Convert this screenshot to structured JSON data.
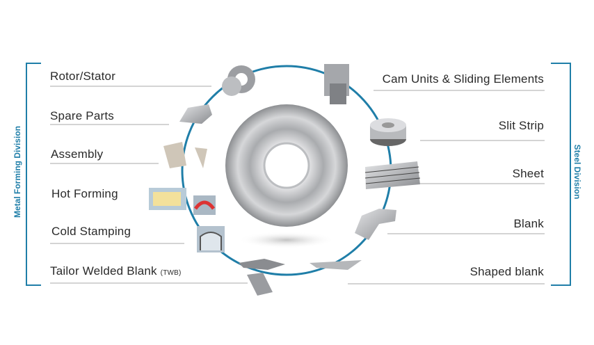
{
  "metal_forming_division": {
    "title": "Metal Forming Division",
    "items": [
      {
        "label": "Rotor/Stator"
      },
      {
        "label": "Spare Parts"
      },
      {
        "label": "Assembly"
      },
      {
        "label": "Hot Forming"
      },
      {
        "label": "Cold Stamping"
      },
      {
        "label": "Tailor Welded Blank",
        "suffix": "(TWB)"
      }
    ]
  },
  "steel_division": {
    "title": "Steel Division",
    "items": [
      {
        "label": "Cam Units & Sliding Elements"
      },
      {
        "label": "Slit Strip"
      },
      {
        "label": "Sheet"
      },
      {
        "label": "Blank"
      },
      {
        "label": "Shaped blank"
      }
    ]
  },
  "colors": {
    "accent": "#1f7ea8",
    "line": "#d4d4d4"
  }
}
